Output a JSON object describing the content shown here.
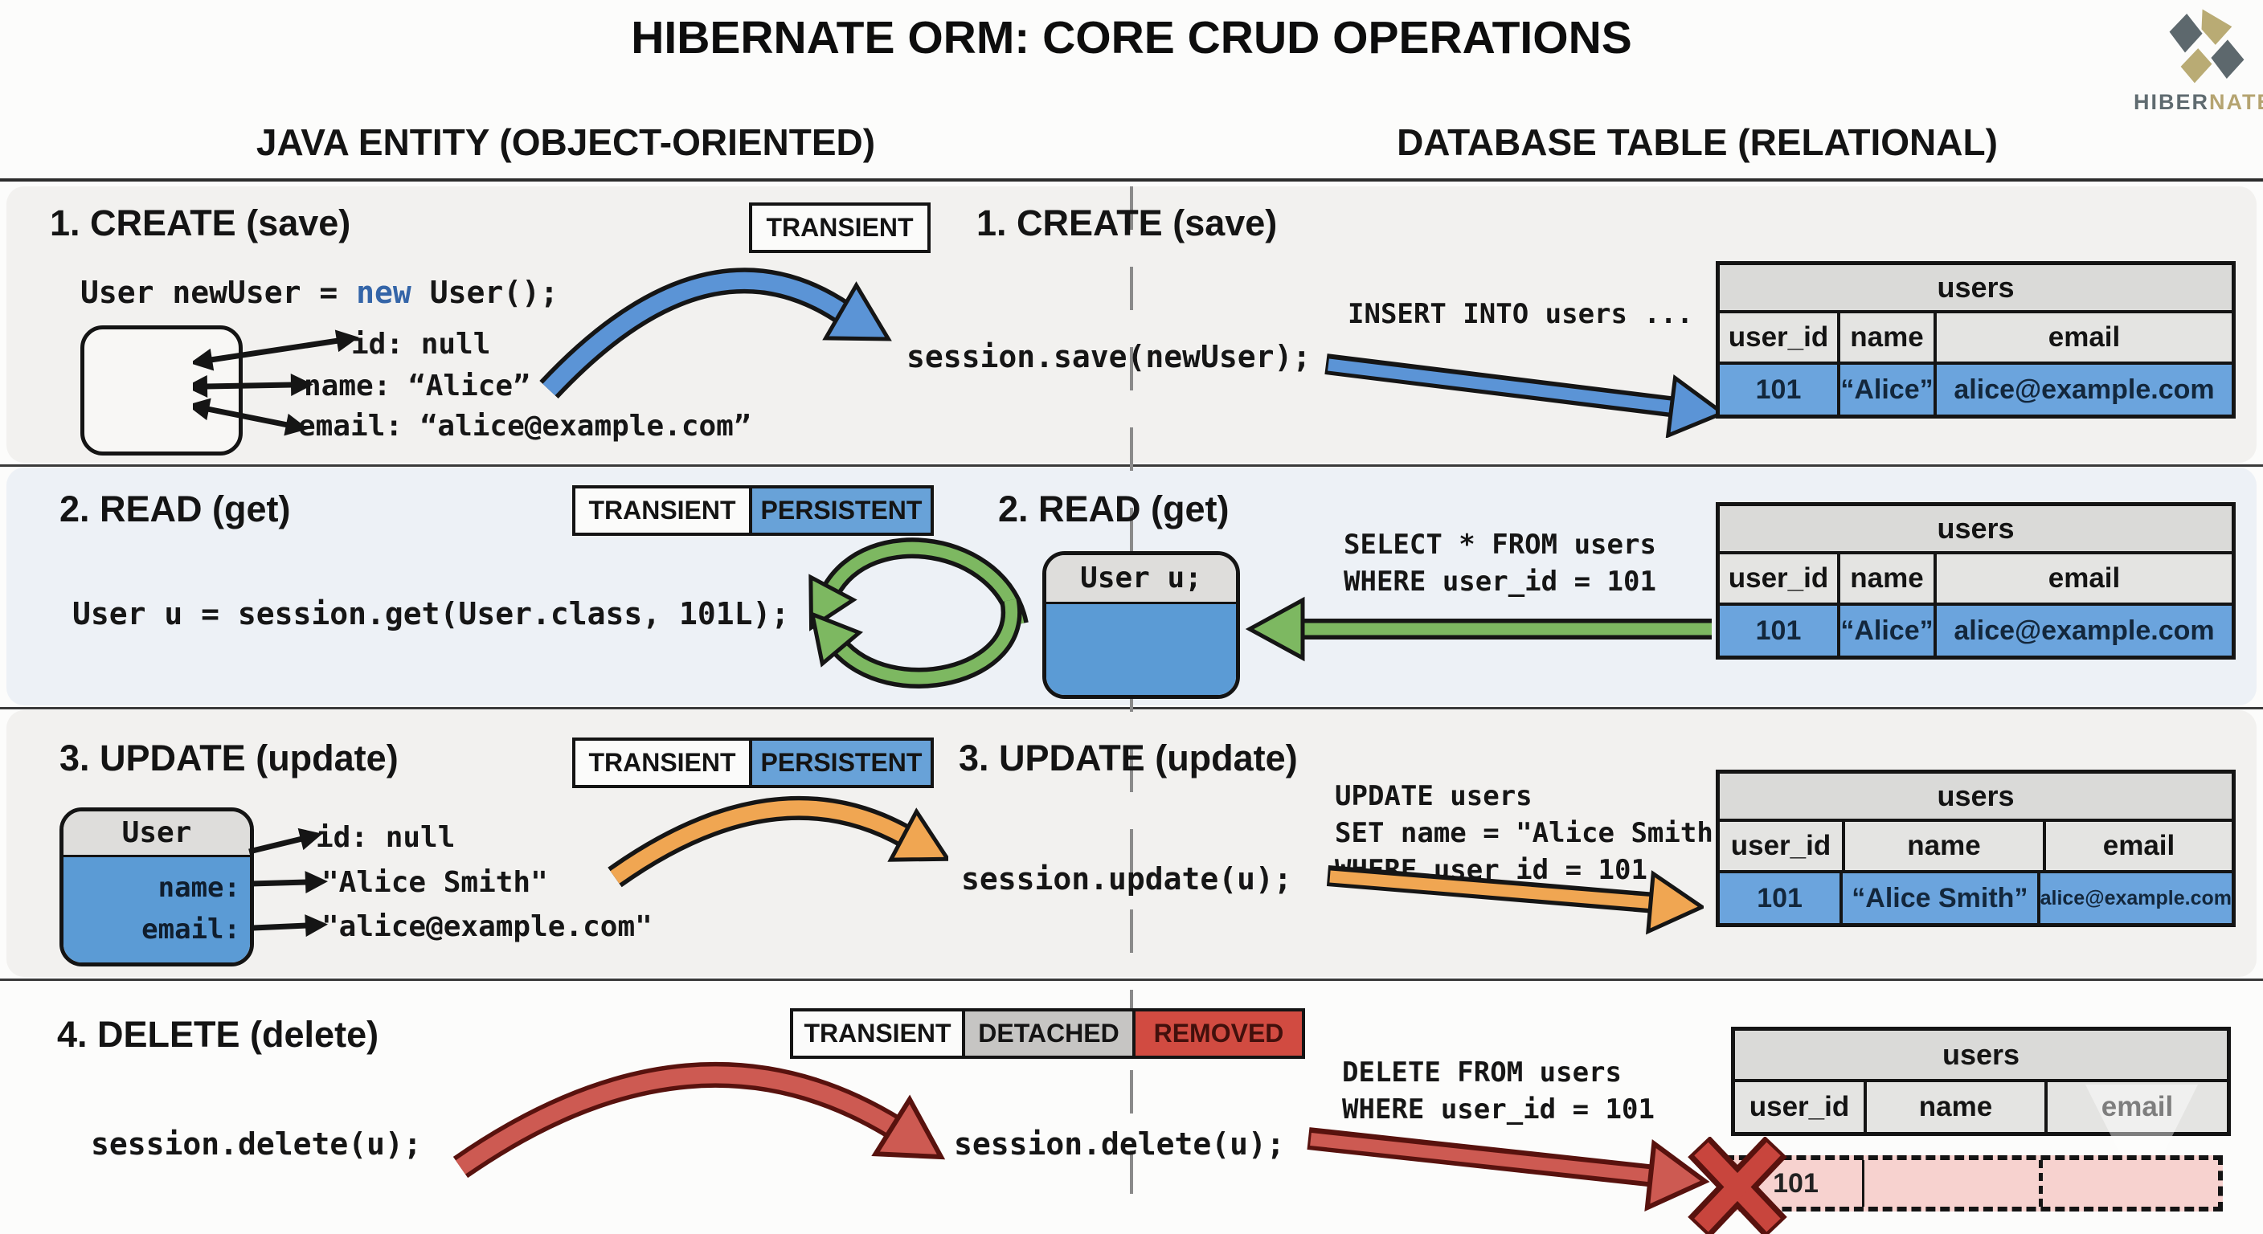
{
  "title": "HIBERNATE ORM: CORE CRUD OPERATIONS",
  "logo": {
    "hiber": "HIBER",
    "nate": "NATE"
  },
  "column_headers": {
    "left": "JAVA ENTITY (OBJECT-ORIENTED)",
    "right": "DATABASE TABLE (RELATIONAL)"
  },
  "colors": {
    "persistent_blue": "#68a2d8",
    "object_blue": "#5b9bd5",
    "table_row_blue": "#6ba4dd",
    "keyword_blue": "#3465a8",
    "green_arrow": "#7db861",
    "orange_arrow": "#f0a652",
    "red_arrow": "#cd5a52",
    "removed_red": "#d14b41",
    "deleted_row_pink": "#f7d2cf"
  },
  "rows": {
    "create": {
      "heading": "1. CREATE (save)",
      "heading_right": "1. CREATE (save)",
      "states": {
        "transient": "TRANSIENT"
      },
      "code": {
        "pre": "User newUser = ",
        "keyword": "new",
        "post": " User();"
      },
      "attrs": {
        "id": "id: null",
        "name": "name: “Alice”",
        "email": "email: “alice@example.com”"
      },
      "code_right": "session.save(newUser);",
      "sql": "INSERT INTO users ...",
      "table": {
        "title": "users",
        "col_id": "user_id",
        "col_name": "name",
        "col_email": "email",
        "val_id": "101",
        "val_name": "“Alice”",
        "val_email": "alice@example.com"
      }
    },
    "read": {
      "heading": "2. READ (get)",
      "heading_right": "2. READ (get)",
      "states": {
        "transient": "TRANSIENT",
        "persistent": "PERSISTENT"
      },
      "code": "User u = session.get(User.class, 101L);",
      "object_title": "User u;",
      "sql": {
        "line1": "SELECT * FROM users",
        "line2": "WHERE user_id = 101"
      },
      "table": {
        "title": "users",
        "col_id": "user_id",
        "col_name": "name",
        "col_email": "email",
        "val_id": "101",
        "val_name": "“Alice”",
        "val_email": "alice@example.com"
      }
    },
    "update": {
      "heading": "3. UPDATE (update)",
      "heading_right": "3. UPDATE (update)",
      "states": {
        "transient": "TRANSIENT",
        "persistent": "PERSISTENT"
      },
      "object": {
        "title": "User",
        "field_name": "name:",
        "field_email": "email:"
      },
      "attrs": {
        "id": "id: null",
        "name": "\"Alice Smith\"",
        "email": "\"alice@example.com\""
      },
      "code_right": "session.update(u);",
      "sql": {
        "line1": "UPDATE users",
        "line2": "SET name = \"Alice Smith\"",
        "line3": "WHERE user_id = 101"
      },
      "table": {
        "title": "users",
        "col_id": "user_id",
        "col_name": "name",
        "col_email": "email",
        "val_id": "101",
        "val_name": "“Alice Smith”",
        "val_email": "alice@example.com"
      }
    },
    "delete": {
      "heading": "4. DELETE (delete)",
      "states": {
        "transient": "TRANSIENT",
        "detached": "DETACHED",
        "removed": "REMOVED"
      },
      "code_left": "session.delete(u);",
      "code_right": "session.delete(u);",
      "sql": {
        "line1": "DELETE FROM users",
        "line2": "WHERE user_id = 101"
      },
      "table": {
        "title": "users",
        "col_id": "user_id",
        "col_name": "name",
        "col_email": "email"
      },
      "deleted_row": {
        "val_id": "101"
      }
    }
  }
}
